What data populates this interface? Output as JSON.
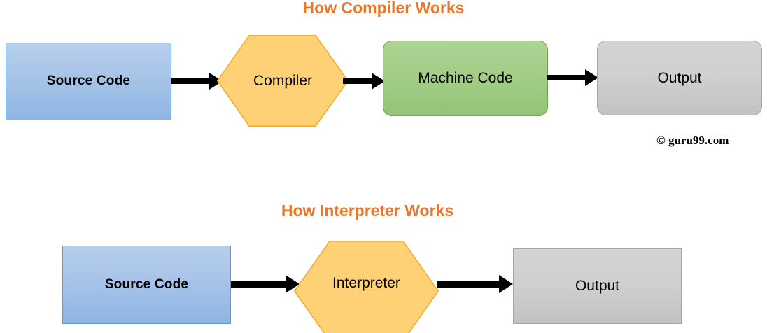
{
  "page": {
    "background_color": "#ffffff",
    "accent_color": "#e8762c"
  },
  "watermark": {
    "text": "© guru99.com"
  },
  "diagrams": [
    {
      "id": "compiler-flow",
      "title": "How Compiler Works",
      "nodes": [
        {
          "id": "source-code",
          "label": "Source Code",
          "shape": "rectangle",
          "fill": "#a7c4e8",
          "stroke": "#5b9bd5",
          "bold": true
        },
        {
          "id": "compiler",
          "label": "Compiler",
          "shape": "hexagon",
          "fill": "#ffd176",
          "stroke": "#f0ad33",
          "bold": false
        },
        {
          "id": "machine-code",
          "label": "Machine Code",
          "shape": "rounded-rectangle",
          "fill": "#a3cd87",
          "stroke": "#6aa84f",
          "bold": false
        },
        {
          "id": "output",
          "label": "Output",
          "shape": "rounded-rectangle",
          "fill": "#cfcfcf",
          "stroke": "#a6a6a6",
          "bold": false
        }
      ],
      "edges": [
        {
          "from": "source-code",
          "to": "compiler"
        },
        {
          "from": "compiler",
          "to": "machine-code"
        },
        {
          "from": "machine-code",
          "to": "output"
        }
      ]
    },
    {
      "id": "interpreter-flow",
      "title": "How Interpreter Works",
      "nodes": [
        {
          "id": "source-code",
          "label": "Source Code",
          "shape": "rectangle",
          "fill": "#a7c4e8",
          "stroke": "#5b9bd5",
          "bold": true
        },
        {
          "id": "interpreter",
          "label": "Interpreter",
          "shape": "hexagon",
          "fill": "#ffd176",
          "stroke": "#f0ad33",
          "bold": false
        },
        {
          "id": "output",
          "label": "Output",
          "shape": "rectangle",
          "fill": "#cfcfcf",
          "stroke": "#a6a6a6",
          "bold": false
        }
      ],
      "edges": [
        {
          "from": "source-code",
          "to": "interpreter"
        },
        {
          "from": "interpreter",
          "to": "output"
        }
      ]
    }
  ]
}
